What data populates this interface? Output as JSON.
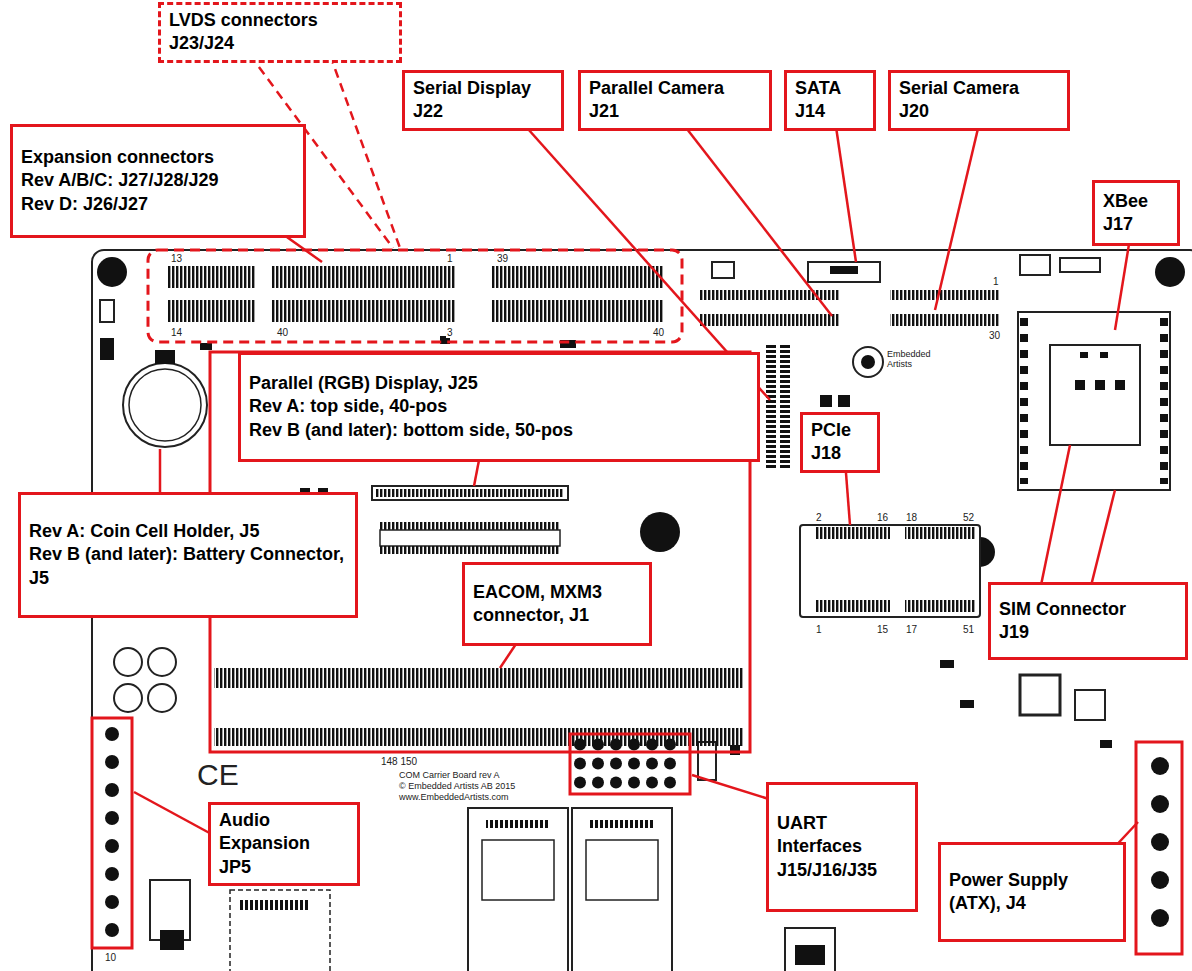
{
  "diagram": {
    "nodes": [
      {
        "text": [
          "LVDS connectors",
          "J23/J24"
        ]
      },
      {
        "text": [
          "Expansion connectors",
          "Rev A/B/C: J27/J28/J29",
          "Rev D: J26/J27"
        ]
      },
      {
        "text": [
          "Serial Display",
          "J22"
        ]
      },
      {
        "text": [
          "Parallel Camera",
          "J21"
        ]
      },
      {
        "text": [
          "SATA",
          "J14"
        ]
      },
      {
        "text": [
          "Serial Camera",
          "J20"
        ]
      },
      {
        "text": [
          "XBee",
          "J17"
        ]
      },
      {
        "text": [
          "Parallel (RGB) Display, J25",
          "Rev A: top side, 40-pos",
          "Rev B (and later): bottom side, 50-pos"
        ]
      },
      {
        "text": [
          "Rev A: Coin Cell Holder, J5",
          "Rev B (and later): Battery Connector, J5"
        ]
      },
      {
        "text": [
          "EACOM, MXM3 connector, J1"
        ]
      },
      {
        "text": [
          "PCIe",
          "J18"
        ]
      },
      {
        "text": [
          "SIM Connector",
          "J19"
        ]
      },
      {
        "text": [
          "Audio Expansion",
          "JP5"
        ]
      },
      {
        "text": [
          "UART Interfaces J15/J16/J35"
        ]
      },
      {
        "text": [
          "Power Supply (ATX), J4"
        ]
      }
    ],
    "labels": [
      "13",
      "14",
      "1",
      "40",
      "39",
      "3",
      "40",
      "1",
      "30",
      "Embedded Artists",
      "2",
      "16",
      "18",
      "52",
      "1",
      "15",
      "17",
      "51",
      "148 150",
      "CE",
      "COM Carrier Board rev A",
      "© Embedded Artists AB 2015",
      "www.EmbeddedArtists.com",
      "10"
    ]
  }
}
